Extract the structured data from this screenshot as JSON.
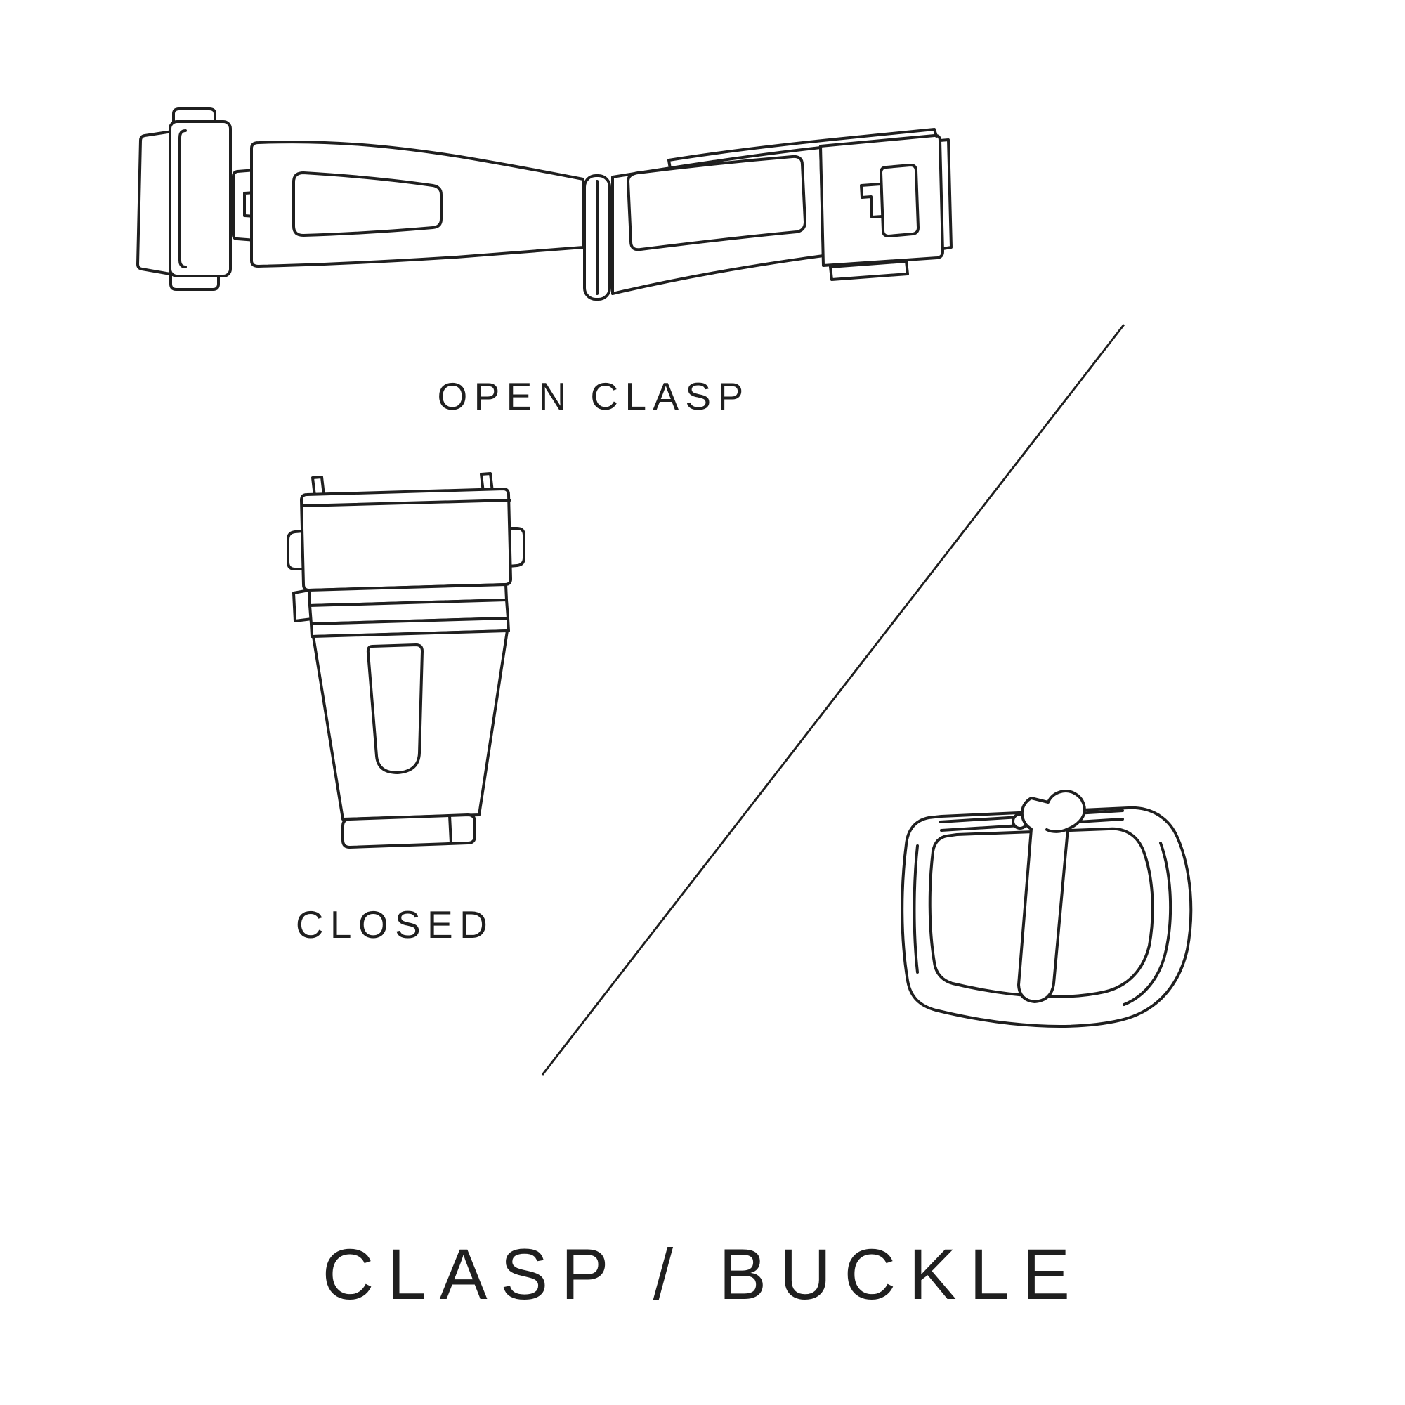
{
  "diagram": {
    "title": "CLASP / BUCKLE",
    "labels": {
      "open_clasp": "OPEN CLASP",
      "closed": "CLOSED"
    },
    "colors": {
      "line": "#1f1f1f",
      "background": "#ffffff"
    },
    "illustrations": [
      {
        "name": "open-clasp-illustration",
        "caption": "OPEN CLASP"
      },
      {
        "name": "closed-clasp-illustration",
        "caption": "CLOSED"
      },
      {
        "name": "pin-buckle-illustration"
      }
    ]
  }
}
